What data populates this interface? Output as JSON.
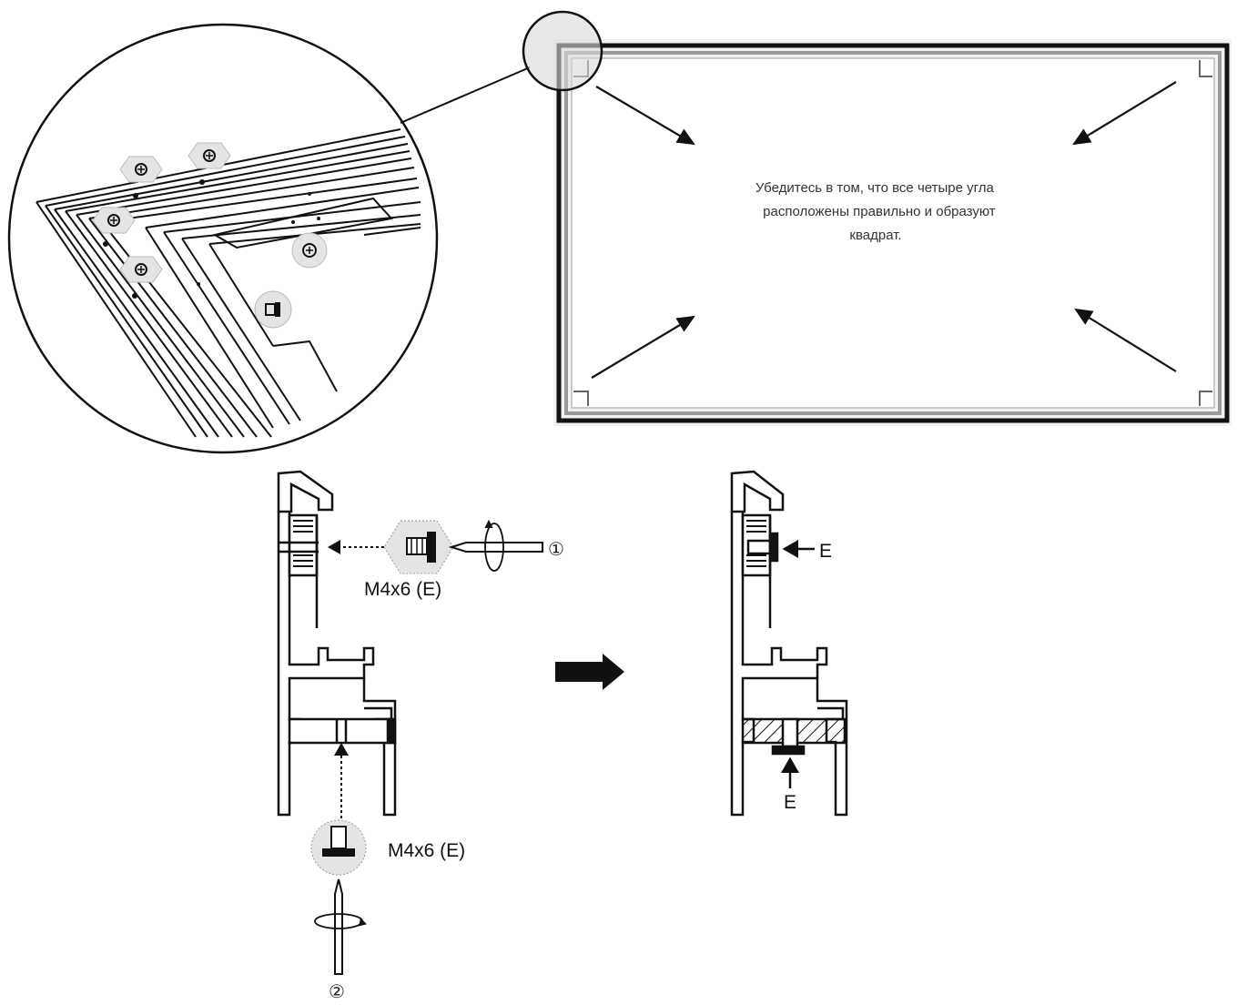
{
  "instruction": {
    "lines": [
      "Убедитесь в том, что все четыре угла",
      "расположены правильно и образуют",
      "квадрат."
    ]
  },
  "steps": {
    "side_screw_label": "M4x6  (E)",
    "bottom_screw_label": "M4x6 (E)",
    "step1_marker": "①",
    "step2_marker": "②"
  },
  "result": {
    "side_label": "E",
    "bottom_label": "E"
  },
  "icons": {
    "process_arrow": "arrow-right-icon",
    "screwdriver": "screwdriver-icon",
    "rotation": "rotation-icon",
    "screw": "screw-icon"
  },
  "colors": {
    "ink": "#111111",
    "badge_fill": "#e4e4e4",
    "frame_gray": "#9a9a9a"
  }
}
